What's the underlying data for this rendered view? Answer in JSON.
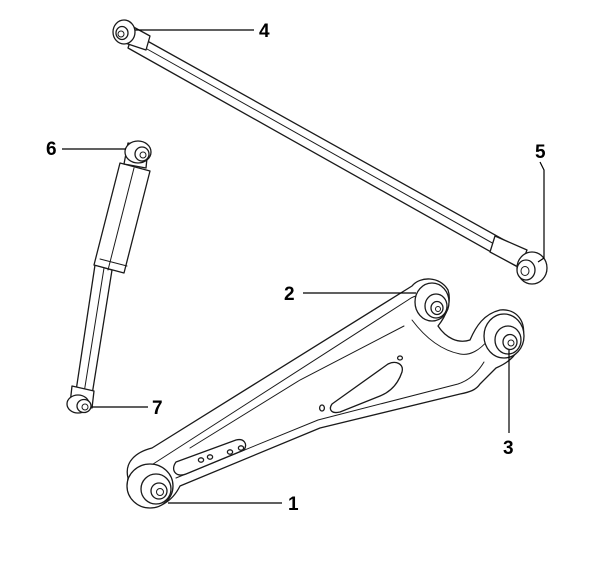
{
  "callouts": {
    "c1": "1",
    "c2": "2",
    "c3": "3",
    "c4": "4",
    "c5": "5",
    "c6": "6",
    "c7": "7"
  },
  "colors": {
    "line": "#1a1a1a",
    "background": "#ffffff"
  },
  "icons": [
    "lower-control-arm",
    "upper-tie-rod",
    "shock-absorber",
    "bushing-eye"
  ]
}
